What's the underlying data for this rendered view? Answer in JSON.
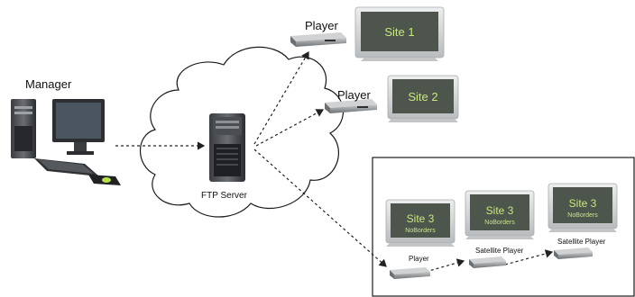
{
  "labels": {
    "manager": "Manager",
    "ftp_server": "FTP Server",
    "player_1": "Player",
    "player_2": "Player",
    "player_3": "Player",
    "satellite_player_1": "Satellite Player",
    "satellite_player_2": "Satellite Player"
  },
  "screens": {
    "site1": {
      "title": "Site 1"
    },
    "site2": {
      "title": "Site 2"
    },
    "site3a": {
      "title": "Site 3",
      "subtitle": "NoBorders"
    },
    "site3b": {
      "title": "Site 3",
      "subtitle": "NoBorders"
    },
    "site3c": {
      "title": "Site 3",
      "subtitle": "NoBorders"
    }
  },
  "colors": {
    "screen_fill": "#4d554c",
    "screen_text": "#c8e87a",
    "monitor_frame": "#d9dbdc",
    "device_body": "#9a9c9e",
    "arrow": "#222222"
  }
}
